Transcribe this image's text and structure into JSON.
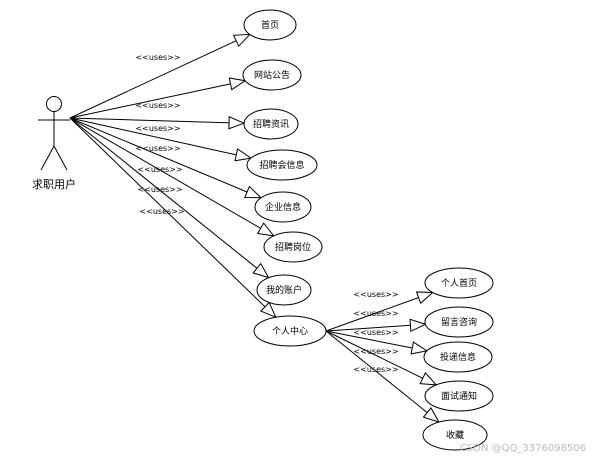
{
  "actor": {
    "label": "求职用户"
  },
  "relation_label": "<<uses>>",
  "use_cases": [
    {
      "id": "home",
      "label": "首页"
    },
    {
      "id": "notice",
      "label": "网站公告"
    },
    {
      "id": "recruit-news",
      "label": "招聘资讯"
    },
    {
      "id": "job-fair-info",
      "label": "招聘会信息"
    },
    {
      "id": "company-info",
      "label": "企业信息"
    },
    {
      "id": "positions",
      "label": "招聘岗位"
    },
    {
      "id": "my-account",
      "label": "我的账户"
    },
    {
      "id": "personal-center",
      "label": "个人中心"
    }
  ],
  "sub_use_cases": [
    {
      "id": "personal-home",
      "label": "个人首页"
    },
    {
      "id": "message-consult",
      "label": "留言咨询"
    },
    {
      "id": "delivery-info",
      "label": "投递信息"
    },
    {
      "id": "interview-notice",
      "label": "面试通知"
    },
    {
      "id": "favorites",
      "label": "收藏"
    }
  ],
  "watermark": "CSDN @QQ_3376098506"
}
